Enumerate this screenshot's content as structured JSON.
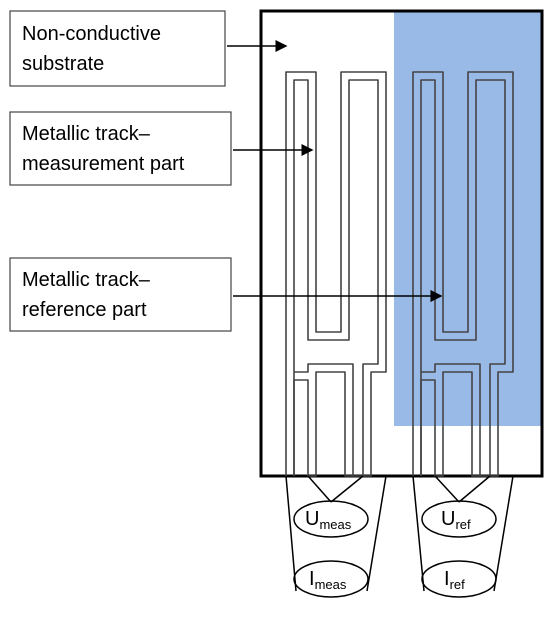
{
  "labels": {
    "substrate": {
      "line1": "Non-conductive",
      "line2": "substrate"
    },
    "measurement": {
      "line1": "Metallic track–",
      "line2": "measurement part"
    },
    "reference": {
      "line1": "Metallic track–",
      "line2": "reference part"
    }
  },
  "meters": {
    "u_meas": {
      "symbol": "U",
      "subscript": "meas"
    },
    "i_meas": {
      "symbol": "I",
      "subscript": "meas"
    },
    "u_ref": {
      "symbol": "U",
      "subscript": "ref"
    },
    "i_ref": {
      "symbol": "I",
      "subscript": "ref"
    }
  },
  "colors": {
    "reference_region": "#99b9e6",
    "track_stroke": "#444444",
    "outline": "#000000"
  }
}
